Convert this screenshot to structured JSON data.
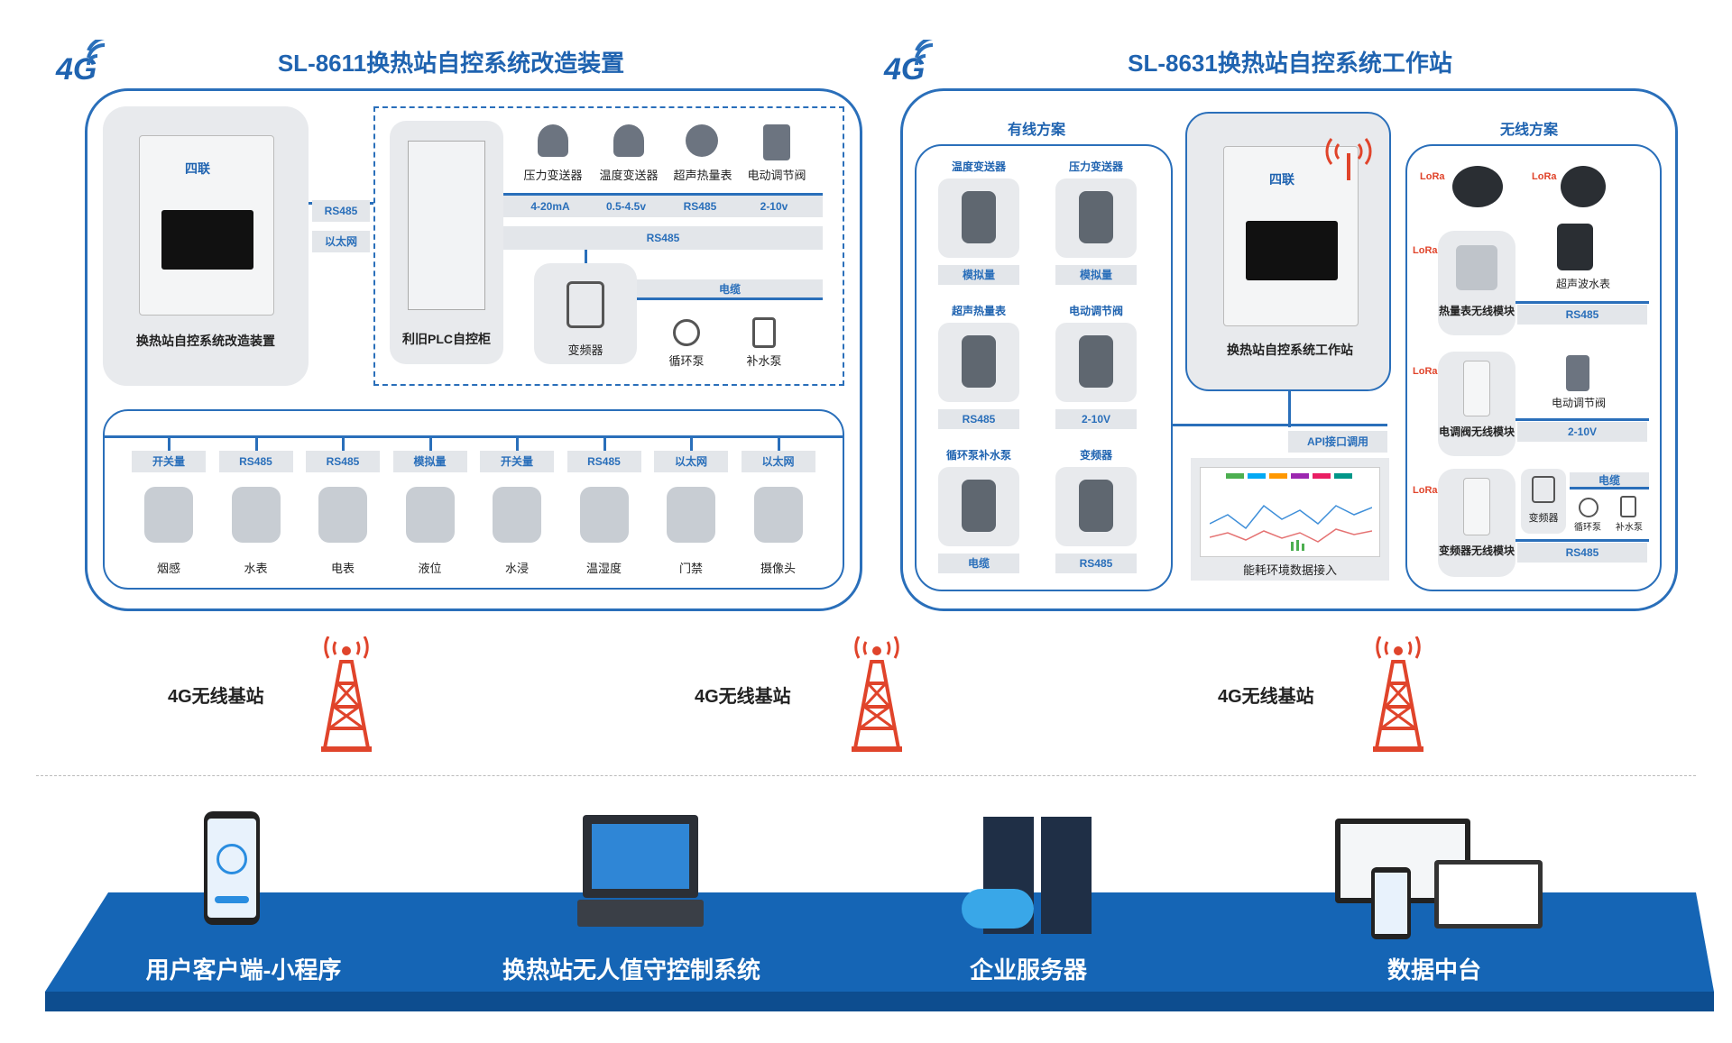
{
  "left": {
    "badge": "4G",
    "title": "SL-8611换热站自控系统改造装置",
    "device_label": "换热站自控系统改造装置",
    "device_brand": "四联",
    "links": [
      "RS485",
      "以太网"
    ],
    "plc_label": "利旧PLC自控柜",
    "sensors": [
      {
        "label": "压力变送器",
        "signal": "4-20mA",
        "icon": "pressure-transmitter-icon"
      },
      {
        "label": "温度变送器",
        "signal": "0.5-4.5v",
        "icon": "temperature-transmitter-icon"
      },
      {
        "label": "超声热量表",
        "signal": "RS485",
        "icon": "ultrasonic-heat-meter-icon"
      },
      {
        "label": "电动调节阀",
        "signal": "2-10v",
        "icon": "electric-valve-icon"
      }
    ],
    "bus_label": "RS485",
    "vfd_label": "变频器",
    "cable_label": "电缆",
    "pumps": [
      "循环泵",
      "补水泵"
    ],
    "field_devices": [
      {
        "tag": "开关量",
        "label": "烟感",
        "icon": "smoke-detector-icon"
      },
      {
        "tag": "RS485",
        "label": "水表",
        "icon": "water-meter-icon"
      },
      {
        "tag": "RS485",
        "label": "电表",
        "icon": "electric-meter-icon"
      },
      {
        "tag": "模拟量",
        "label": "液位",
        "icon": "level-sensor-icon"
      },
      {
        "tag": "开关量",
        "label": "水浸",
        "icon": "water-leak-sensor-icon"
      },
      {
        "tag": "RS485",
        "label": "温湿度",
        "icon": "temp-humidity-sensor-icon"
      },
      {
        "tag": "以太网",
        "label": "门禁",
        "icon": "access-control-icon"
      },
      {
        "tag": "以太网",
        "label": "摄像头",
        "icon": "camera-icon"
      }
    ]
  },
  "right": {
    "badge": "4G",
    "title": "SL-8631换热站自控系统工作站",
    "wired_title": "有线方案",
    "wireless_title": "无线方案",
    "wired": [
      {
        "label": "温度变送器",
        "signal": "模拟量"
      },
      {
        "label": "压力变送器",
        "signal": "模拟量"
      },
      {
        "label": "超声热量表",
        "signal": "RS485"
      },
      {
        "label": "电动调节阀",
        "signal": "2-10V"
      },
      {
        "label": "循环泵补水泵",
        "signal": "电缆"
      },
      {
        "label": "变频器",
        "signal": "RS485"
      }
    ],
    "station_label": "换热站自控系统工作站",
    "station_brand": "四联",
    "api_label": "API接口调用",
    "energy_label": "能耗环境数据接入",
    "lora_text": "LoRa",
    "wireless": {
      "heat_module": "热量表无线模块",
      "ultrasonic_water": "超声波水表",
      "rs485_a": "RS485",
      "valve_module": "电调阀无线模块",
      "valve": "电动调节阀",
      "v_signal": "2-10V",
      "vfd_module": "变频器无线模块",
      "vfd": "变频器",
      "cable": "电缆",
      "pump1": "循环泵",
      "pump2": "补水泵",
      "rs485_b": "RS485"
    }
  },
  "towers": [
    "4G无线基站",
    "4G无线基站",
    "4G无线基站"
  ],
  "bottom": [
    "用户客户端-小程序",
    "换热站无人值守控制系统",
    "企业服务器",
    "数据中台"
  ],
  "colors": {
    "primary": "#2a6fba",
    "stage": "#1565b5",
    "stage_dark": "#0d4d8f",
    "tower": "#e0442b"
  }
}
